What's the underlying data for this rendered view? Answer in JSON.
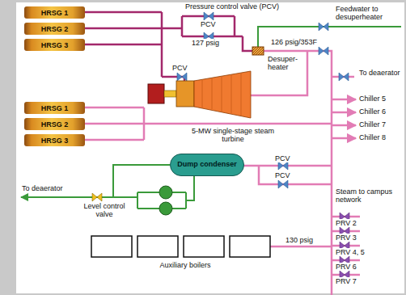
{
  "diagram": {
    "nodes": [
      {
        "text": [
          "HRSG 1"
        ]
      },
      {
        "text": [
          "HRSG 2"
        ]
      },
      {
        "text": [
          "HRSG 3"
        ]
      },
      {
        "text": [
          "HRSG 1"
        ]
      },
      {
        "text": [
          "HRSG 2"
        ]
      },
      {
        "text": [
          "HRSG 3"
        ]
      },
      {
        "text": [
          "Dump condenser"
        ]
      }
    ],
    "labels": [
      "Pressure control valve (PCV)",
      "PCV",
      "127 psig",
      "PCV",
      "Feedwater to desuperheater",
      "126 psig/353F",
      "Desuper- heater",
      "To deaerator",
      "Chiller 5",
      "Chiller 6",
      "Chiller 7",
      "Chiller 8",
      "5-MW single-stage steam turbine",
      "PCV",
      "PCV",
      "To deaerator",
      "Level control valve",
      "Steam to campus network",
      "PRV 2",
      "PRV 3",
      "PRV 4, 5",
      "PRV 6",
      "PRV 7",
      "130 psig",
      "Auxiliary boilers"
    ]
  }
}
